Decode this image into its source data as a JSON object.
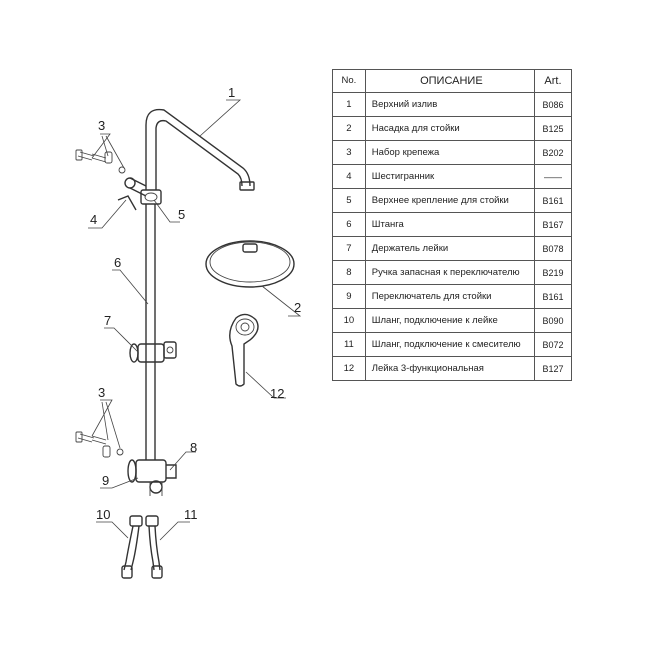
{
  "table": {
    "headers": {
      "no": "No.",
      "description": "ОПИСАНИЕ",
      "art": "Art."
    },
    "rows": [
      {
        "no": "1",
        "description": "Верхний излив",
        "art": "B086"
      },
      {
        "no": "2",
        "description": "Насадка для стойки",
        "art": "B125"
      },
      {
        "no": "3",
        "description": "Набор крепежа",
        "art": "B202"
      },
      {
        "no": "4",
        "description": "Шестигранник",
        "art": "——"
      },
      {
        "no": "5",
        "description": "Верхнее крепление для стойки",
        "art": "B161"
      },
      {
        "no": "6",
        "description": "Штанга",
        "art": "B167"
      },
      {
        "no": "7",
        "description": "Держатель лейки",
        "art": "B078"
      },
      {
        "no": "8",
        "description": "Ручка запасная к переключателю",
        "art": "B219"
      },
      {
        "no": "9",
        "description": "Переключатель для стойки",
        "art": "B161"
      },
      {
        "no": "10",
        "description": "Шланг, подключение к лейке",
        "art": "B090"
      },
      {
        "no": "11",
        "description": "Шланг, подключение к смесителю",
        "art": "B072"
      },
      {
        "no": "12",
        "description": "Лейка 3-функциональная",
        "art": "B127"
      }
    ]
  },
  "callouts": {
    "c1": "1",
    "c2": "2",
    "c3_top": "3",
    "c3_bottom": "3",
    "c4": "4",
    "c5": "5",
    "c6": "6",
    "c7": "7",
    "c8": "8",
    "c9": "9",
    "c10": "10",
    "c11": "11",
    "c12": "12"
  }
}
